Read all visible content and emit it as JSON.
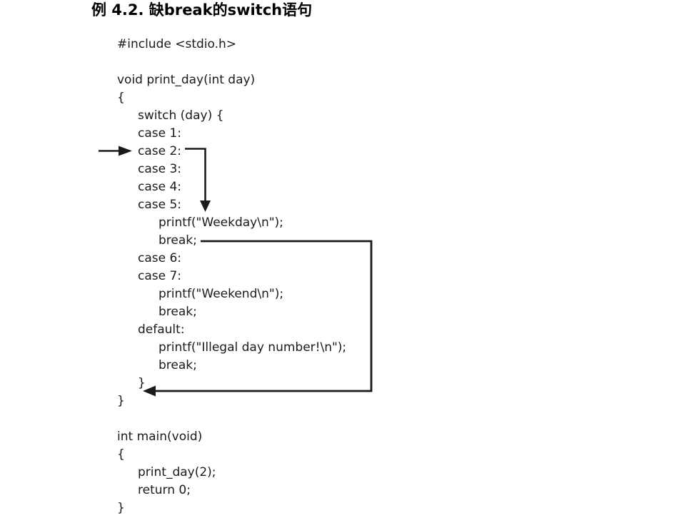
{
  "title": "例 4.2. 缺break的switch语句",
  "colors": {
    "background": "#ffffff",
    "text": "#1a1a1a",
    "arrow": "#1a1a1a"
  },
  "code": {
    "lines": [
      {
        "text": "#include <stdio.h>",
        "indent": 0
      },
      {
        "text": "",
        "indent": 0
      },
      {
        "text": "void print_day(int day)",
        "indent": 0
      },
      {
        "text": "{",
        "indent": 0
      },
      {
        "text": "switch (day) {",
        "indent": 1
      },
      {
        "text": "case 1:",
        "indent": 1
      },
      {
        "text": "case 2:",
        "indent": 1
      },
      {
        "text": "case 3:",
        "indent": 1
      },
      {
        "text": "case 4:",
        "indent": 1
      },
      {
        "text": "case 5:",
        "indent": 1
      },
      {
        "text": "printf(\"Weekday\\n\");",
        "indent": 2
      },
      {
        "text": "break;",
        "indent": 2
      },
      {
        "text": "case 6:",
        "indent": 1
      },
      {
        "text": "case 7:",
        "indent": 1
      },
      {
        "text": "printf(\"Weekend\\n\");",
        "indent": 2
      },
      {
        "text": "break;",
        "indent": 2
      },
      {
        "text": "default:",
        "indent": 1
      },
      {
        "text": "printf(\"Illegal day number!\\n\");",
        "indent": 2
      },
      {
        "text": "break;",
        "indent": 2
      },
      {
        "text": "}",
        "indent": 1
      },
      {
        "text": "}",
        "indent": 0
      },
      {
        "text": "",
        "indent": 0
      },
      {
        "text": "int main(void)",
        "indent": 0
      },
      {
        "text": "{",
        "indent": 0
      },
      {
        "text": "print_day(2);",
        "indent": 1
      },
      {
        "text": "return 0;",
        "indent": 1
      },
      {
        "text": "}",
        "indent": 0
      }
    ]
  },
  "annotations": {
    "entry_arrow": "entry-arrow-pointing-at-case-2",
    "fallthrough_arrow": "fallthrough-arrow-case-2-to-weekday-printf",
    "break_arrow": "break-jump-arrow-to-end-of-switch"
  }
}
